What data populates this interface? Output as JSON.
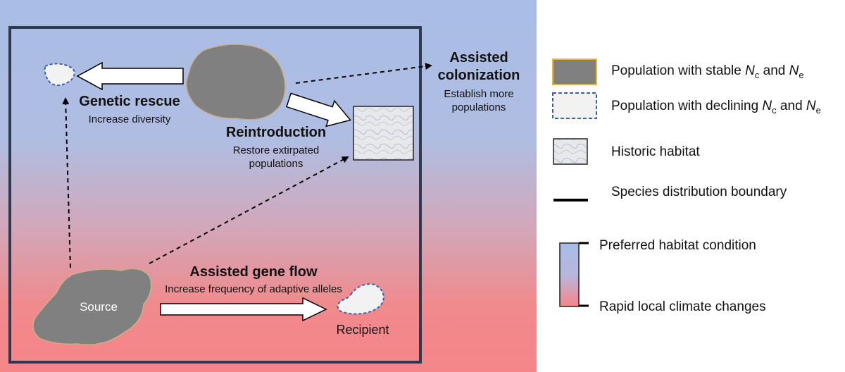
{
  "diagram": {
    "genetic_rescue": {
      "title": "Genetic rescue",
      "desc": "Increase diversity"
    },
    "reintroduction": {
      "title": "Reintroduction",
      "desc_line1": "Restore extirpated",
      "desc_line2": "populations"
    },
    "assisted_colonization": {
      "title_line1": "Assisted",
      "title_line2": "colonization",
      "desc_line1": "Establish more",
      "desc_line2": "populations"
    },
    "assisted_gene_flow": {
      "title": "Assisted gene flow",
      "desc": "Increase frequency of adaptive alleles"
    },
    "source_label": "Source",
    "recipient_label": "Recipient"
  },
  "legend": {
    "stable_prefix": "Population with stable ",
    "declining_prefix": "Population with declining ",
    "n_symbol": "N",
    "sub_c": "c",
    "sub_e": "e",
    "and": " and ",
    "historic": "Historic habitat",
    "boundary": "Species distribution boundary",
    "preferred": "Preferred habitat condition",
    "climate": "Rapid local climate changes"
  },
  "colors": {
    "population_fill": "#808080",
    "stable_border": "#f2b630",
    "declining_border": "#3b5fa8",
    "declining_fill": "#f2f2f2",
    "boundary": "#2f3a4f",
    "gradient_top": "#a9bde6",
    "gradient_bottom": "#f6858a"
  }
}
